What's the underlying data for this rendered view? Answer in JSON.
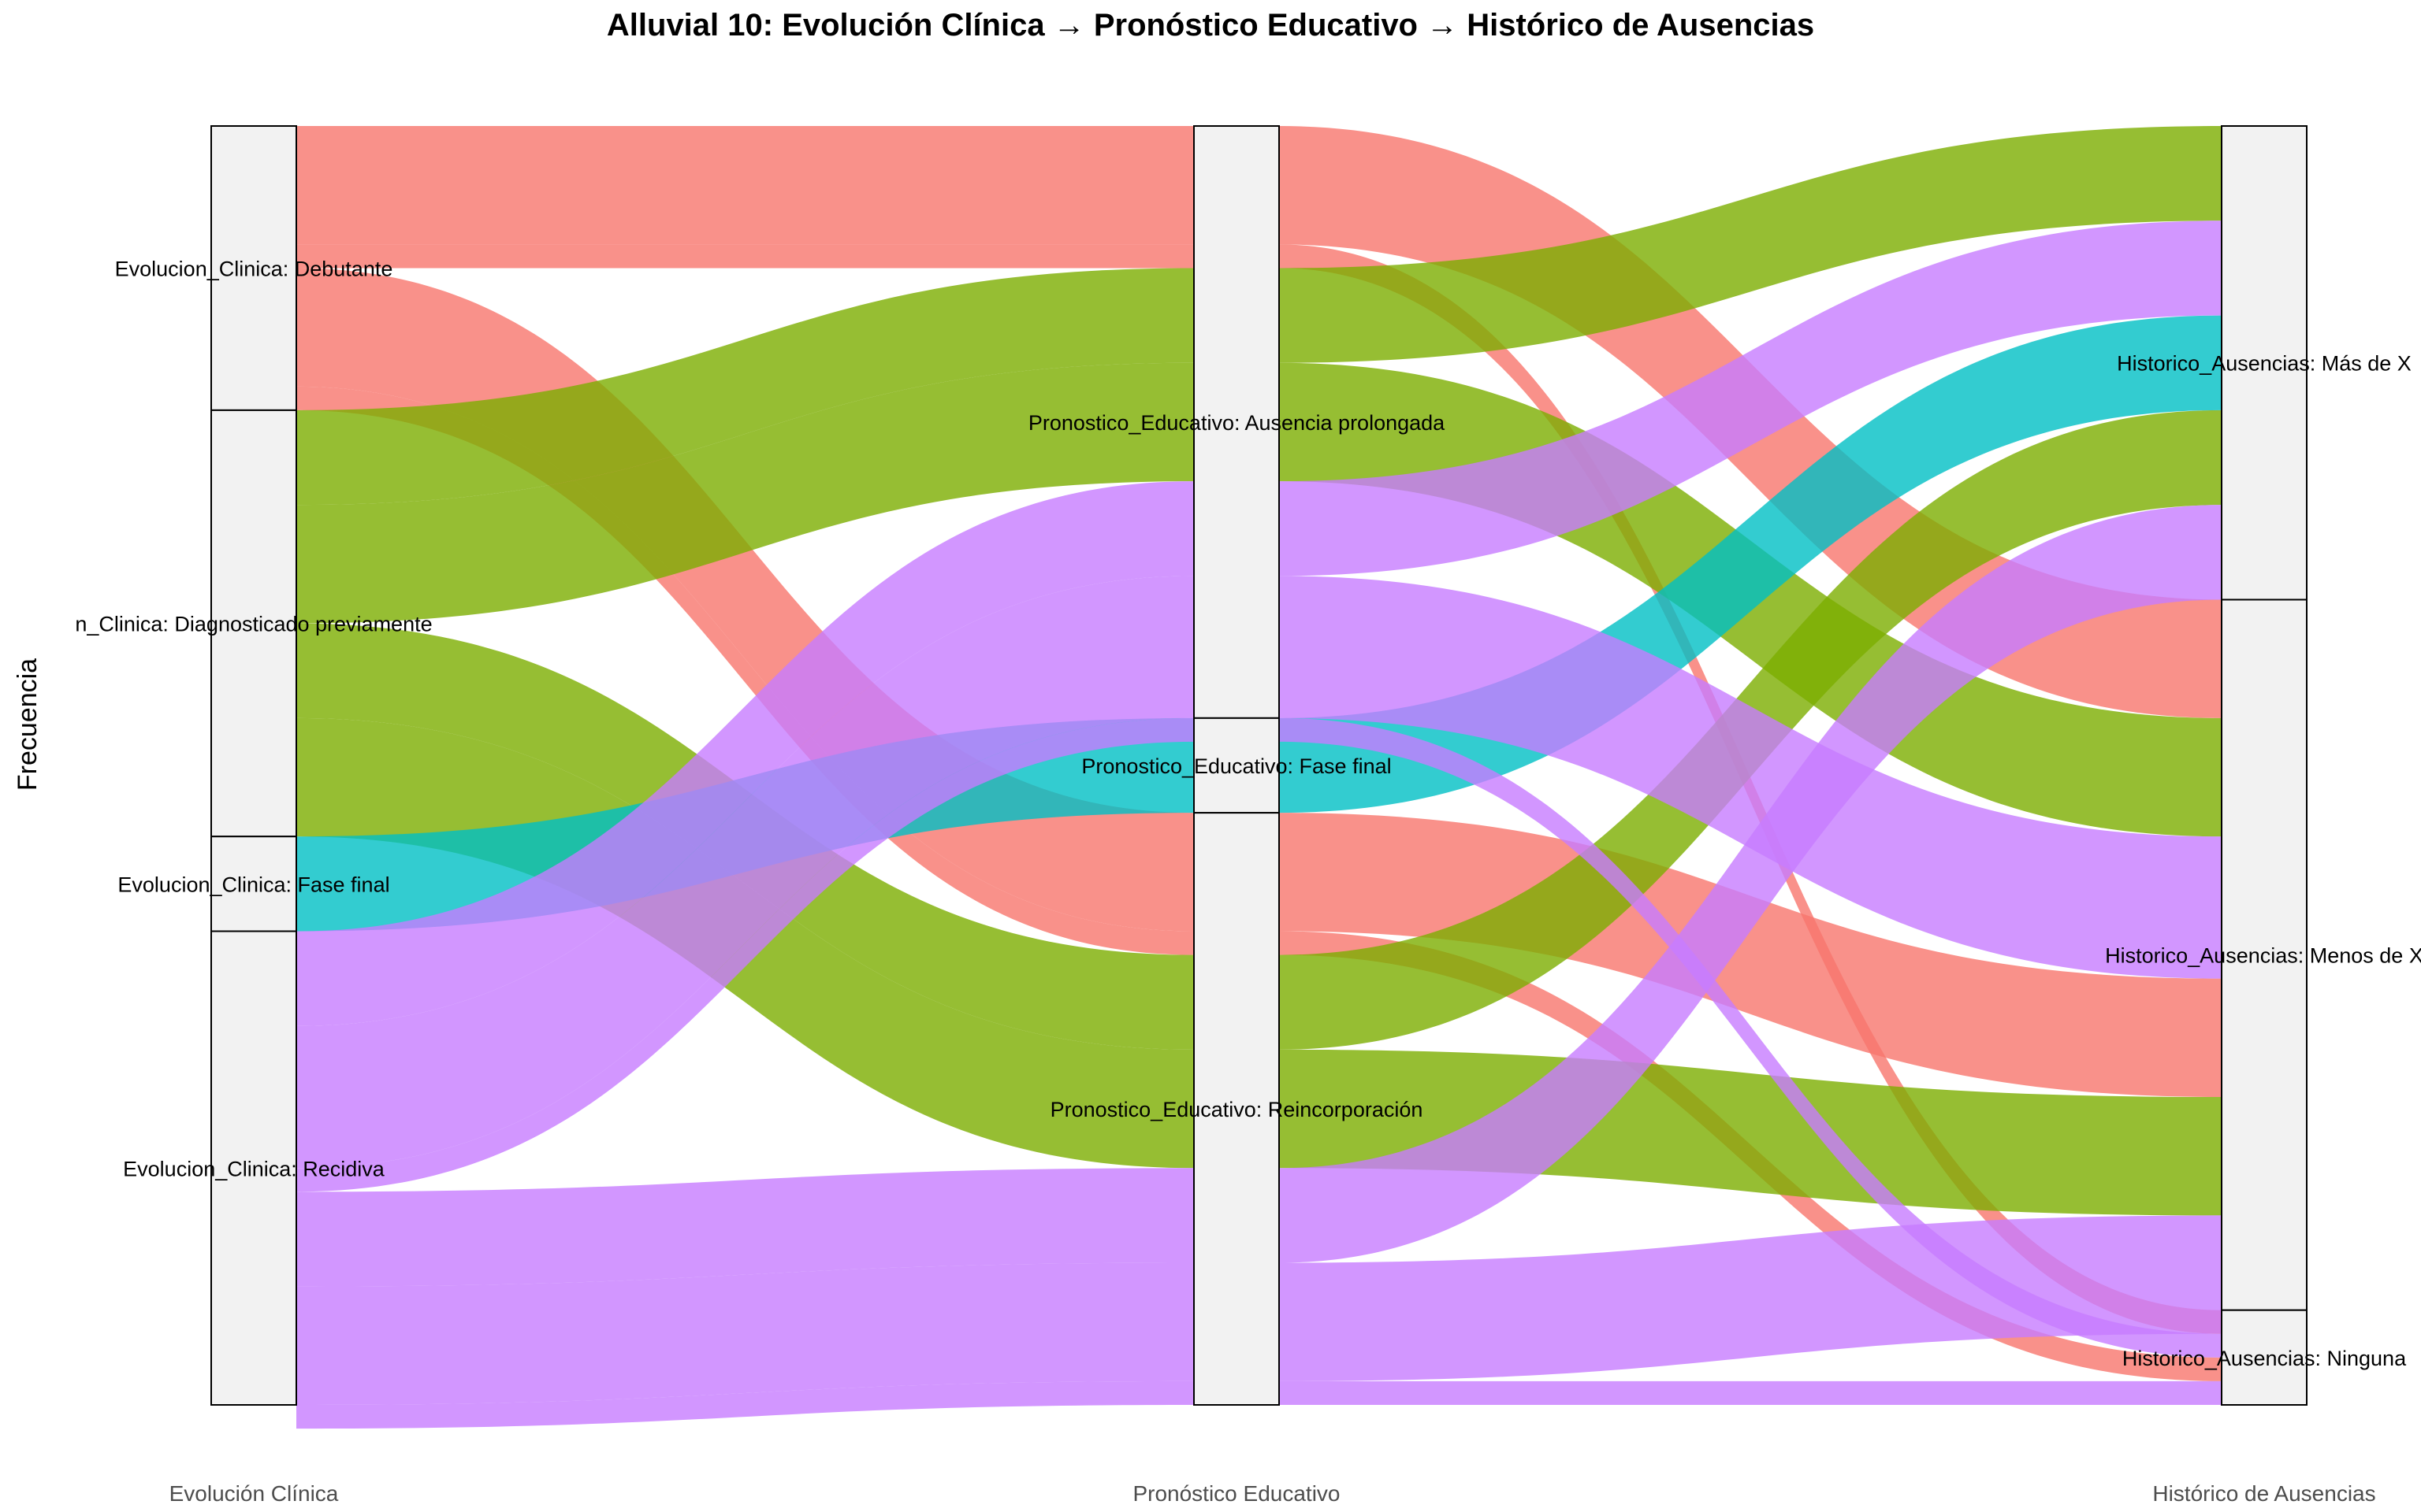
{
  "chart_data": {
    "type": "alluvial",
    "title": "Alluvial 10: Evolución Clínica → Pronóstico Educativo → Histórico de Ausencias",
    "ylabel": "Frecuencia",
    "axes": [
      {
        "label": "Evolución Clínica",
        "strata": [
          {
            "name": "Debutante",
            "label": "Evolucion_Clinica: Debutante",
            "value": 6
          },
          {
            "name": "Diagnosticado previamente",
            "label": "n_Clinica: Diagnosticado previamente",
            "value": 9
          },
          {
            "name": "Fase final",
            "label": "Evolucion_Clinica: Fase final",
            "value": 2
          },
          {
            "name": "Recidiva",
            "label": "Evolucion_Clinica: Recidiva",
            "value": 10
          }
        ]
      },
      {
        "label": "Pronóstico Educativo",
        "strata": [
          {
            "name": "Ausencia prolongada",
            "label": "Pronostico_Educativo: Ausencia prolongada",
            "value": 12.5
          },
          {
            "name": "Fase final",
            "label": "Pronostico_Educativo: Fase final",
            "value": 2
          },
          {
            "name": "Reincorporación",
            "label": "Pronostico_Educativo: Reincorporación",
            "value": 12.5
          }
        ]
      },
      {
        "label": "Histórico de Ausencias",
        "strata": [
          {
            "name": "Más de X",
            "label": "Historico_Ausencias: Más de X",
            "value": 10
          },
          {
            "name": "Menos de X",
            "label": "Historico_Ausencias: Menos de X",
            "value": 15
          },
          {
            "name": "Ninguna",
            "label": "Historico_Ausencias: Ninguna",
            "value": 2
          }
        ]
      }
    ],
    "fill_colors": {
      "Debutante": "#F8766D",
      "Diagnosticado previamente": "#7CAE00",
      "Fase final": "#00BFC4",
      "Recidiva": "#C77CFF"
    },
    "flows": [
      {
        "fill": "Debutante",
        "path": [
          "Debutante",
          "Ausencia prolongada",
          "Menos de X"
        ],
        "value": 2.5
      },
      {
        "fill": "Debutante",
        "path": [
          "Debutante",
          "Ausencia prolongada",
          "Ninguna"
        ],
        "value": 0.5
      },
      {
        "fill": "Debutante",
        "path": [
          "Debutante",
          "Reincorporación",
          "Menos de X"
        ],
        "value": 2.5
      },
      {
        "fill": "Debutante",
        "path": [
          "Debutante",
          "Reincorporación",
          "Ninguna"
        ],
        "value": 0.5
      },
      {
        "fill": "Diagnosticado previamente",
        "path": [
          "Diagnosticado previamente",
          "Ausencia prolongada",
          "Más de X"
        ],
        "value": 2
      },
      {
        "fill": "Diagnosticado previamente",
        "path": [
          "Diagnosticado previamente",
          "Ausencia prolongada",
          "Menos de X"
        ],
        "value": 2.5
      },
      {
        "fill": "Diagnosticado previamente",
        "path": [
          "Diagnosticado previamente",
          "Reincorporación",
          "Más de X"
        ],
        "value": 2
      },
      {
        "fill": "Diagnosticado previamente",
        "path": [
          "Diagnosticado previamente",
          "Reincorporación",
          "Menos de X"
        ],
        "value": 2.5
      },
      {
        "fill": "Fase final",
        "path": [
          "Fase final",
          "Fase final",
          "Más de X"
        ],
        "value": 2
      },
      {
        "fill": "Recidiva",
        "path": [
          "Recidiva",
          "Ausencia prolongada",
          "Más de X"
        ],
        "value": 2
      },
      {
        "fill": "Recidiva",
        "path": [
          "Recidiva",
          "Ausencia prolongada",
          "Menos de X"
        ],
        "value": 3
      },
      {
        "fill": "Recidiva",
        "path": [
          "Recidiva",
          "Ausencia prolongada",
          "Ninguna"
        ],
        "value": 0.5
      },
      {
        "fill": "Recidiva",
        "path": [
          "Recidiva",
          "Reincorporación",
          "Más de X"
        ],
        "value": 2
      },
      {
        "fill": "Recidiva",
        "path": [
          "Recidiva",
          "Reincorporación",
          "Menos de X"
        ],
        "value": 2.5
      },
      {
        "fill": "Recidiva",
        "path": [
          "Recidiva",
          "Reincorporación",
          "Ninguna"
        ],
        "value": 0.5
      }
    ],
    "grid": false,
    "legend": "none"
  }
}
